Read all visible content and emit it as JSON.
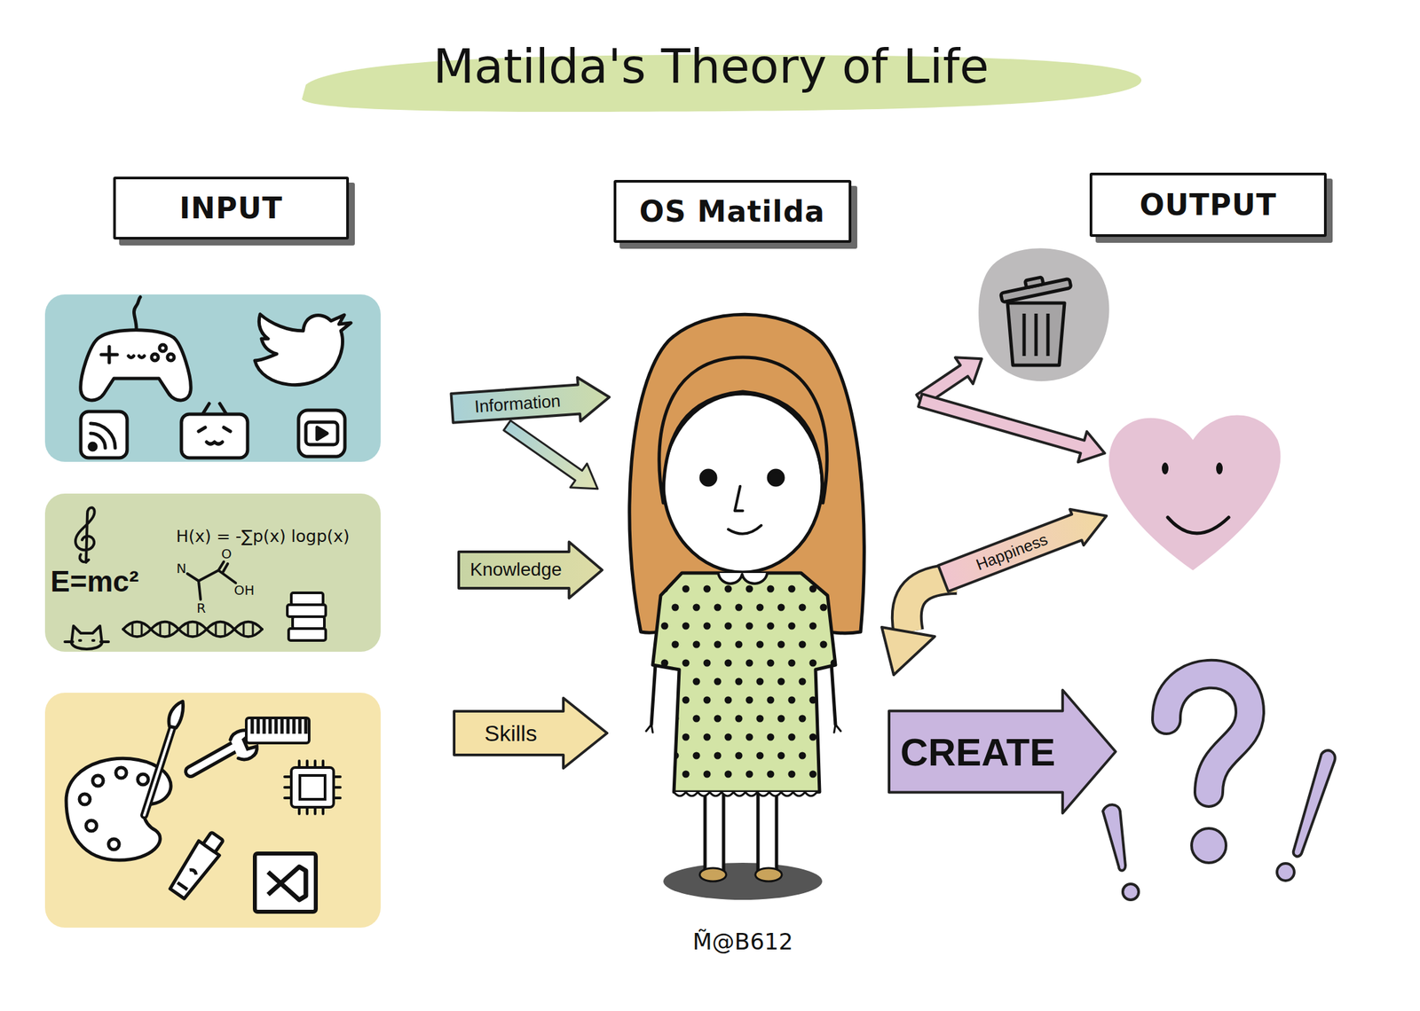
{
  "diagram": {
    "title": "Matilda's Theory of Life",
    "nodes": [
      {
        "text": [
          "INPUT"
        ]
      },
      {
        "text": [
          "OS Matilda"
        ]
      },
      {
        "text": [
          "OUTPUT"
        ]
      },
      {
        "text": [
          "Information"
        ]
      },
      {
        "text": [
          "H(x) = -∑p(x) logp(x)",
          "E=mc²",
          "N",
          "O",
          "OH",
          "R"
        ]
      },
      {
        "text": [
          "Knowledge"
        ]
      },
      {
        "text": [
          "Happiness"
        ]
      },
      {
        "text": [
          "Skills"
        ]
      },
      {
        "text": [
          "CREATE"
        ]
      }
    ],
    "labels": [
      "M̃@B612"
    ]
  }
}
